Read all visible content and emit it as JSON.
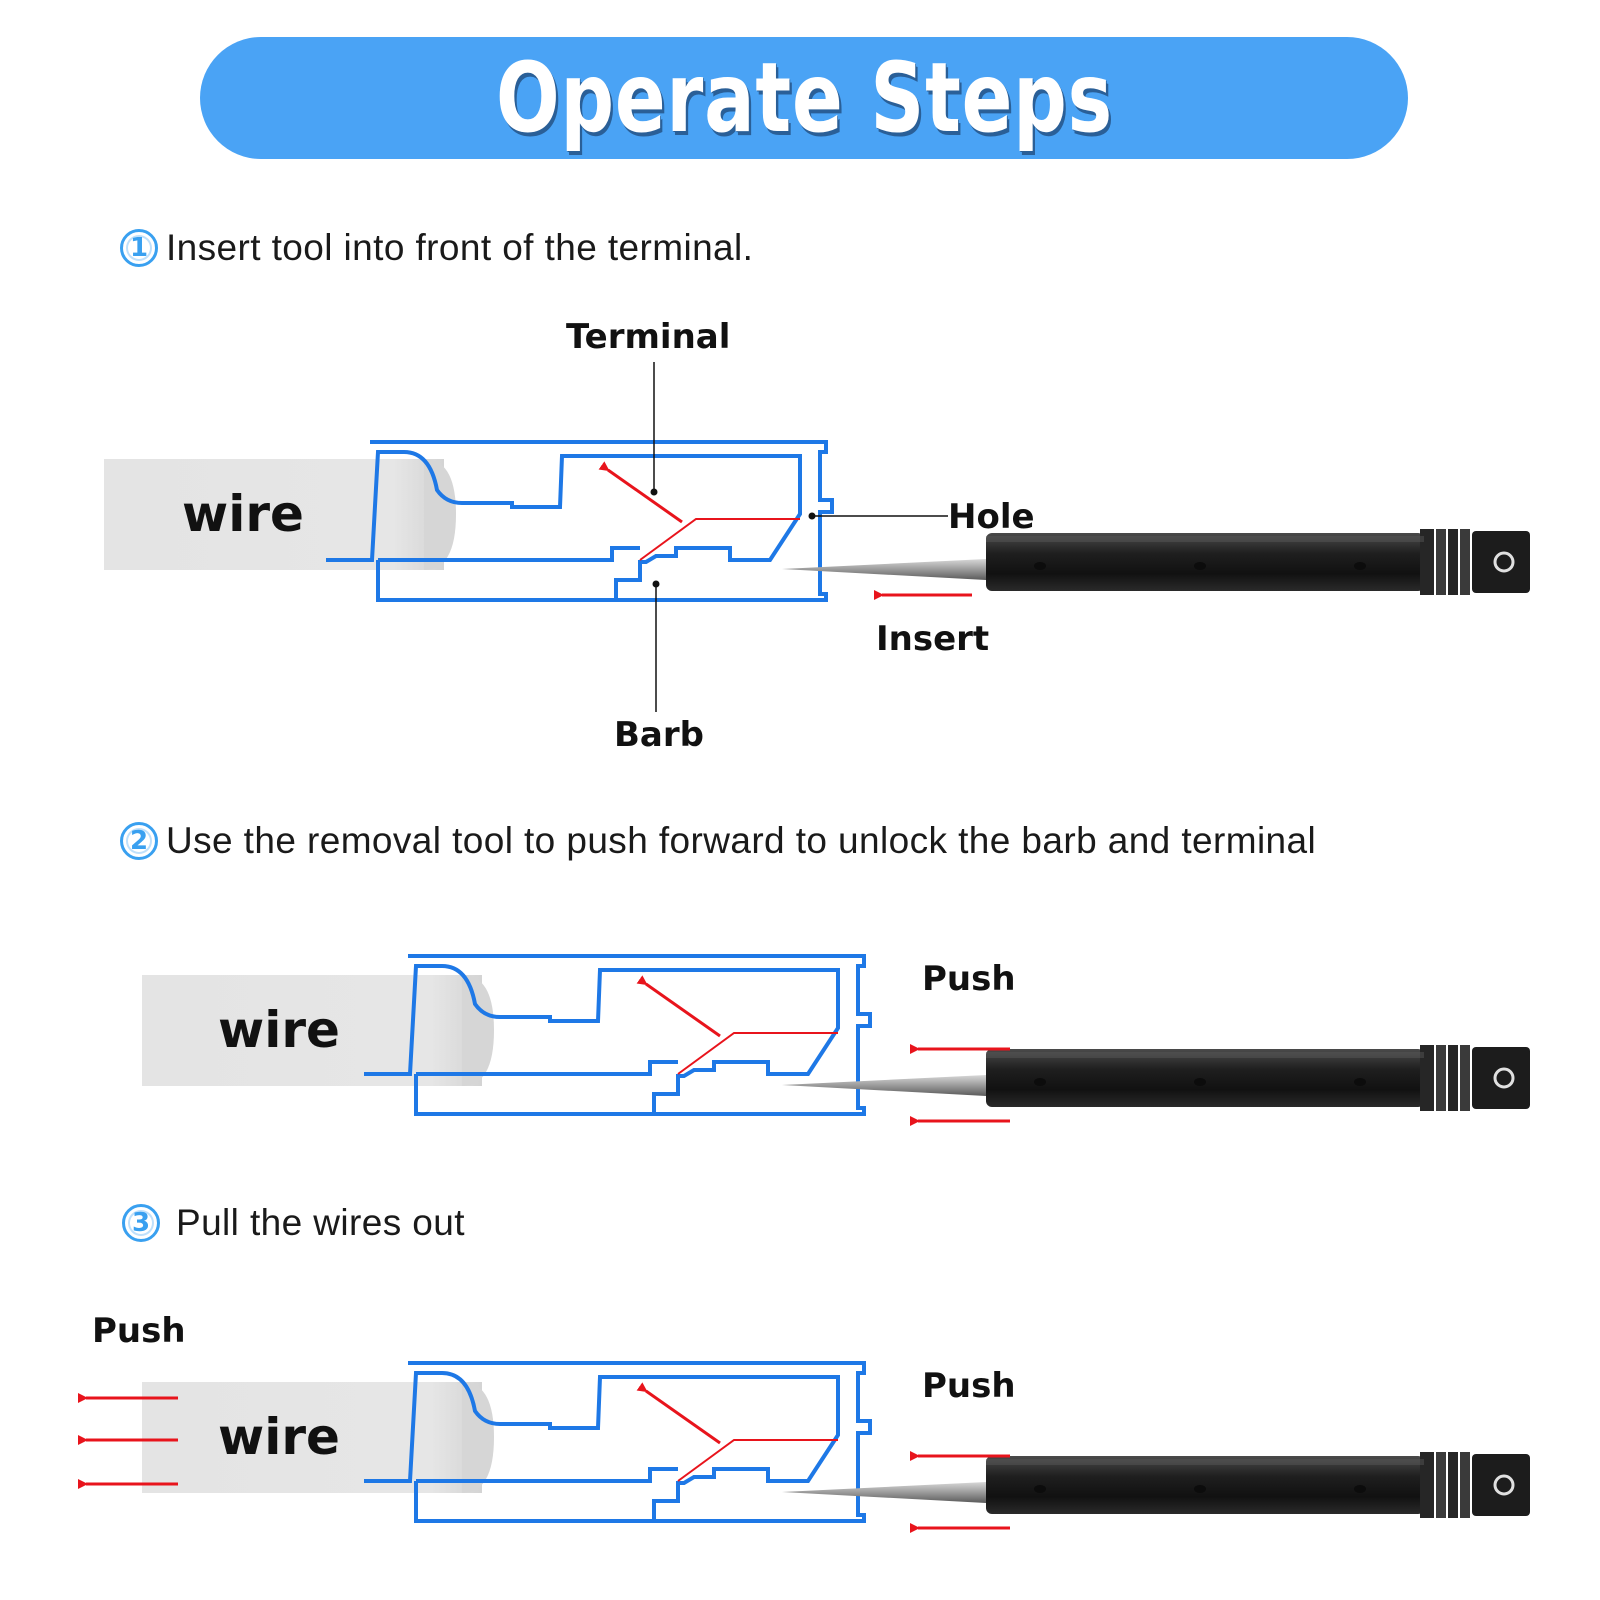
{
  "header": {
    "title": "Operate Steps"
  },
  "steps": [
    {
      "number": "1",
      "text": "Insert tool into front of the terminal."
    },
    {
      "number": "2",
      "text": "Use the removal tool to push forward to unlock the barb and terminal"
    },
    {
      "number": "3",
      "text": "Pull the wires out"
    }
  ],
  "diagram1": {
    "wire": "wire",
    "terminal": "Terminal",
    "hole": "Hole",
    "barb": "Barb",
    "insert": "Insert"
  },
  "diagram2": {
    "wire": "wire",
    "push": "Push"
  },
  "diagram3": {
    "wire": "wire",
    "push_left": "Push",
    "push_right": "Push"
  },
  "colors": {
    "banner": "#4aa3f5",
    "outline": "#1e78e6",
    "arrow": "#e8141c",
    "wire_fill": "#e3e3e3",
    "tool": "#1c1c1c"
  }
}
